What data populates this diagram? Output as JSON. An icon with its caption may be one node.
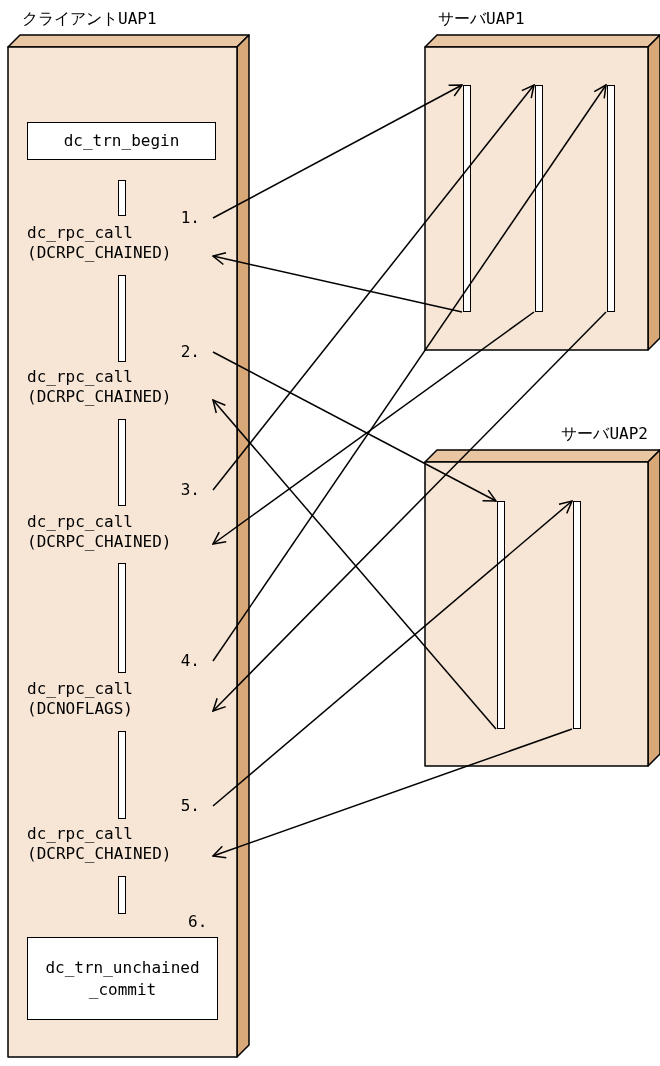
{
  "diagram": {
    "nodes": [
      {
        "text": [
          "クライアントUAP1"
        ]
      },
      {
        "text": [
          "dc_trn_begin"
        ],
        "in": 0
      },
      {
        "text": [],
        "shape": "bar",
        "in": 0
      },
      {
        "text": [
          "1.",
          "dc_rpc_call (DCRPC_CHAINED)"
        ],
        "in": 0
      },
      {
        "text": [],
        "shape": "bar",
        "in": 0
      },
      {
        "text": [
          "2.",
          "dc_rpc_call (DCRPC_CHAINED)"
        ],
        "in": 0
      },
      {
        "text": [],
        "shape": "bar",
        "in": 0
      },
      {
        "text": [
          "3.",
          "dc_rpc_call (DCRPC_CHAINED)"
        ],
        "in": 0
      },
      {
        "text": [],
        "shape": "bar",
        "in": 0
      },
      {
        "text": [
          "4.",
          "dc_rpc_call (DCNOFLAGS)"
        ],
        "in": 0
      },
      {
        "text": [],
        "shape": "bar",
        "in": 0
      },
      {
        "text": [
          "5.",
          "dc_rpc_call (DCRPC_CHAINED)"
        ],
        "in": 0
      },
      {
        "text": [],
        "shape": "bar",
        "in": 0
      },
      {
        "text": [
          "dc_trn_unchained _commit"
        ],
        "beside": [
          "6."
        ],
        "in": 0
      },
      {
        "text": [
          "サーバUAP1"
        ]
      },
      {
        "text": [],
        "shape": "bar",
        "in": 14
      },
      {
        "text": [],
        "shape": "bar",
        "in": 14
      },
      {
        "text": [],
        "shape": "bar",
        "in": 14
      },
      {
        "text": [
          "サーバUAP2"
        ]
      },
      {
        "text": [],
        "shape": "bar",
        "in": 18
      },
      {
        "text": [],
        "shape": "bar",
        "in": 18
      }
    ],
    "edges": [
      {
        "from": 3,
        "to": 15,
        "arrow": "to"
      },
      {
        "from": 15,
        "to": 3,
        "arrow": "to"
      },
      {
        "from": 5,
        "to": 19,
        "arrow": "to"
      },
      {
        "from": 19,
        "to": 5,
        "arrow": "to"
      },
      {
        "from": 7,
        "to": 16,
        "arrow": "to"
      },
      {
        "from": 16,
        "to": 7,
        "arrow": "to"
      },
      {
        "from": 9,
        "to": 17,
        "arrow": "to"
      },
      {
        "from": 17,
        "to": 9,
        "arrow": "to"
      },
      {
        "from": 11,
        "to": 20,
        "arrow": "to"
      },
      {
        "from": 20,
        "to": 11,
        "arrow": "to"
      }
    ]
  }
}
